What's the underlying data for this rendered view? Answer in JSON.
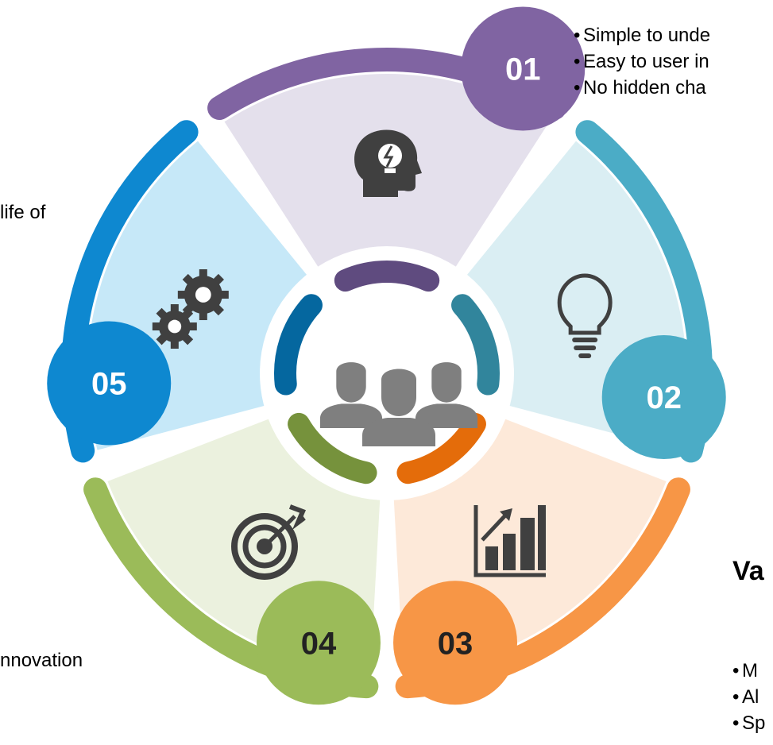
{
  "colors": {
    "purple": "#8064a2",
    "purple_fill": "#e4e0ec",
    "purple_arc": "#5f4b7f",
    "teal": "#4bacc6",
    "teal_fill": "#daeef3",
    "teal_arc": "#31859c",
    "orange": "#f79646",
    "orange_fill": "#fde9d9",
    "orange_arc": "#e46c0a",
    "green": "#9bbb59",
    "green_fill": "#ebf1de",
    "green_arc": "#76923c",
    "blue": "#0e88d0",
    "blue_fill": "#c6e8f8",
    "blue_arc": "#05679f",
    "icon": "#404040",
    "people": "#7f7f7f",
    "heading": "#e46c0a"
  },
  "segments": [
    {
      "number": "01",
      "icon": "head-lightbulb-icon"
    },
    {
      "number": "02",
      "icon": "lightbulb-icon"
    },
    {
      "number": "03",
      "icon": "growth-chart-icon"
    },
    {
      "number": "04",
      "icon": "target-arrow-icon"
    },
    {
      "number": "05",
      "icon": "gears-icon"
    }
  ],
  "center_icon": "people-group-icon",
  "top_right_bullets": [
    "Simple to unde",
    "Easy to user in",
    "No hidden cha"
  ],
  "left_upper_text": "life of",
  "left_lower_text": "nnovation",
  "right_heading": "Va",
  "bottom_right_bullets": [
    "M",
    "Al",
    "Sp"
  ]
}
